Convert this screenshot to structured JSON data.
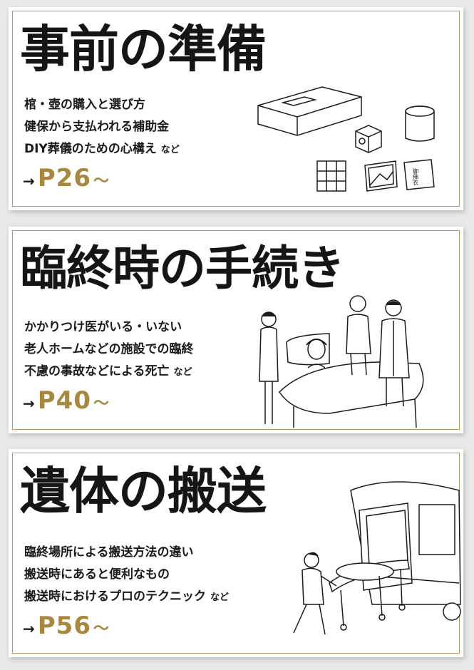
{
  "sections": [
    {
      "title": "事前の準備",
      "lines": [
        "棺・壺の購入と選び方",
        "健保から支払われる補助金",
        "DIY葬儀のための心構え"
      ],
      "suffix": "など",
      "arrow": "→",
      "page": "P26",
      "tilde": "〜",
      "box_label": "御佛衣"
    },
    {
      "title": "臨終時の手続き",
      "lines": [
        "かかりつけ医がいる・いない",
        "老人ホームなどの施設での臨終",
        "不慮の事故などによる死亡"
      ],
      "suffix": "など",
      "arrow": "→",
      "page": "P40",
      "tilde": "〜"
    },
    {
      "title": "遺体の搬送",
      "lines": [
        "臨終場所による搬送方法の違い",
        "搬送時にあると便利なもの",
        "搬送時におけるプロのテクニック"
      ],
      "suffix": "など",
      "arrow": "→",
      "page": "P56",
      "tilde": "〜"
    }
  ],
  "colors": {
    "accent": "#a8873e",
    "frame": "#b79a5a",
    "ink": "#1b1b1b"
  }
}
